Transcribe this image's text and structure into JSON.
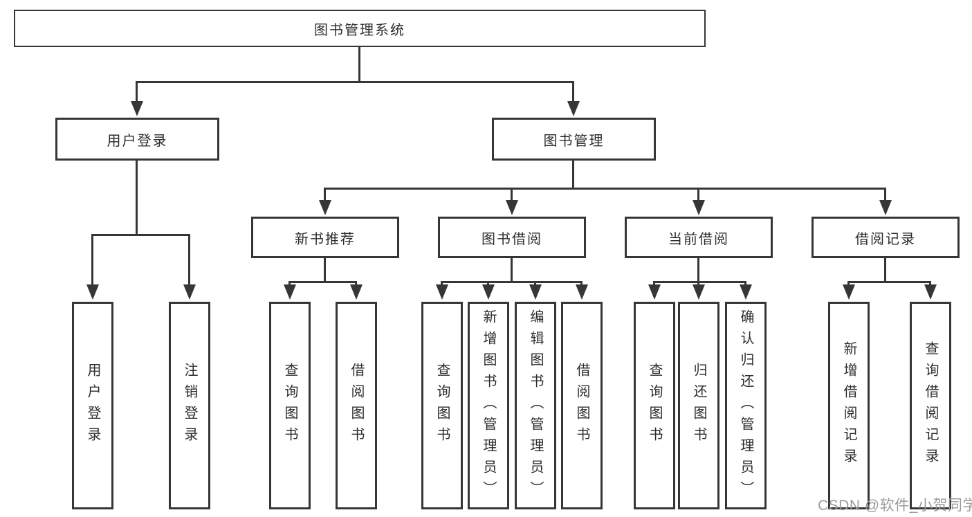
{
  "diagram": {
    "root": "图书管理系统",
    "level2": {
      "user_login": "用户登录",
      "book_management": "图书管理"
    },
    "user_login_children": {
      "login": "用户登录",
      "logout": "注销登录"
    },
    "book_management_children": {
      "new_book_recommendation": "新书推荐",
      "book_borrowing": "图书借阅",
      "current_borrowing": "当前借阅",
      "borrowing_records": "借阅记录"
    },
    "new_book_recommendation_children": {
      "query_books": "查询图书",
      "borrow_books": "借阅图书"
    },
    "book_borrowing_children": {
      "query_books": "查询图书",
      "add_books_admin": "新增图书（管理员）",
      "edit_books_admin": "编辑图书（管理员）",
      "borrow_books": "借阅图书"
    },
    "current_borrowing_children": {
      "query_books": "查询图书",
      "return_books": "归还图书",
      "confirm_return_admin": "确认归还（管理员）"
    },
    "borrowing_records_children": {
      "add_borrow_record": "新增借阅记录",
      "query_borrow_record": "查询借阅记录"
    },
    "watermark": "CSDN @软件_小贺同学",
    "colors": {
      "border": "#363636",
      "text": "#2d2d2d",
      "watermark": "#9f9a9a"
    }
  }
}
